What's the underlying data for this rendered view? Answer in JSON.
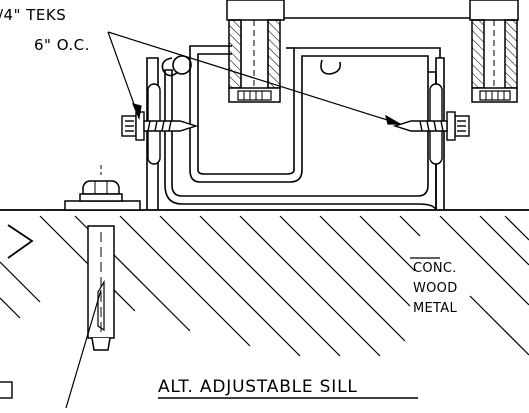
{
  "callouts": {
    "fastener_line1": "/4\" TEKS",
    "fastener_line2": "6\" O.C."
  },
  "substrate": {
    "line1": "CONC.",
    "line2": "WOOD",
    "line3": "METAL"
  },
  "title": "ALT. ADJUSTABLE SILL"
}
